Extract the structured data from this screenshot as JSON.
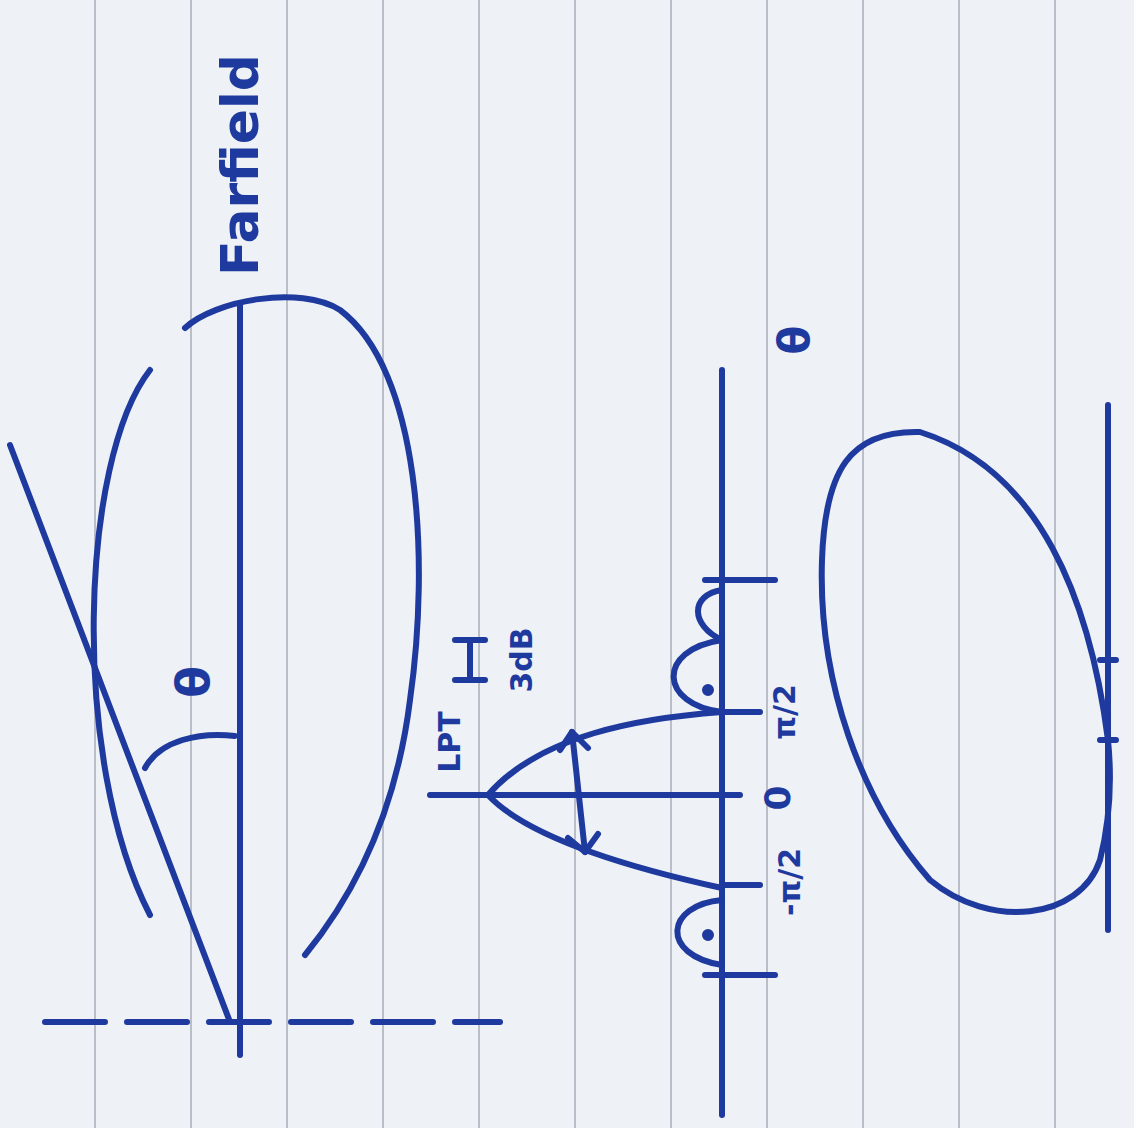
{
  "diagram": {
    "labels": [
      "Farfield",
      "θ",
      "LPT",
      "3dB",
      "θ",
      "π/2",
      "0",
      "-π/2"
    ]
  }
}
